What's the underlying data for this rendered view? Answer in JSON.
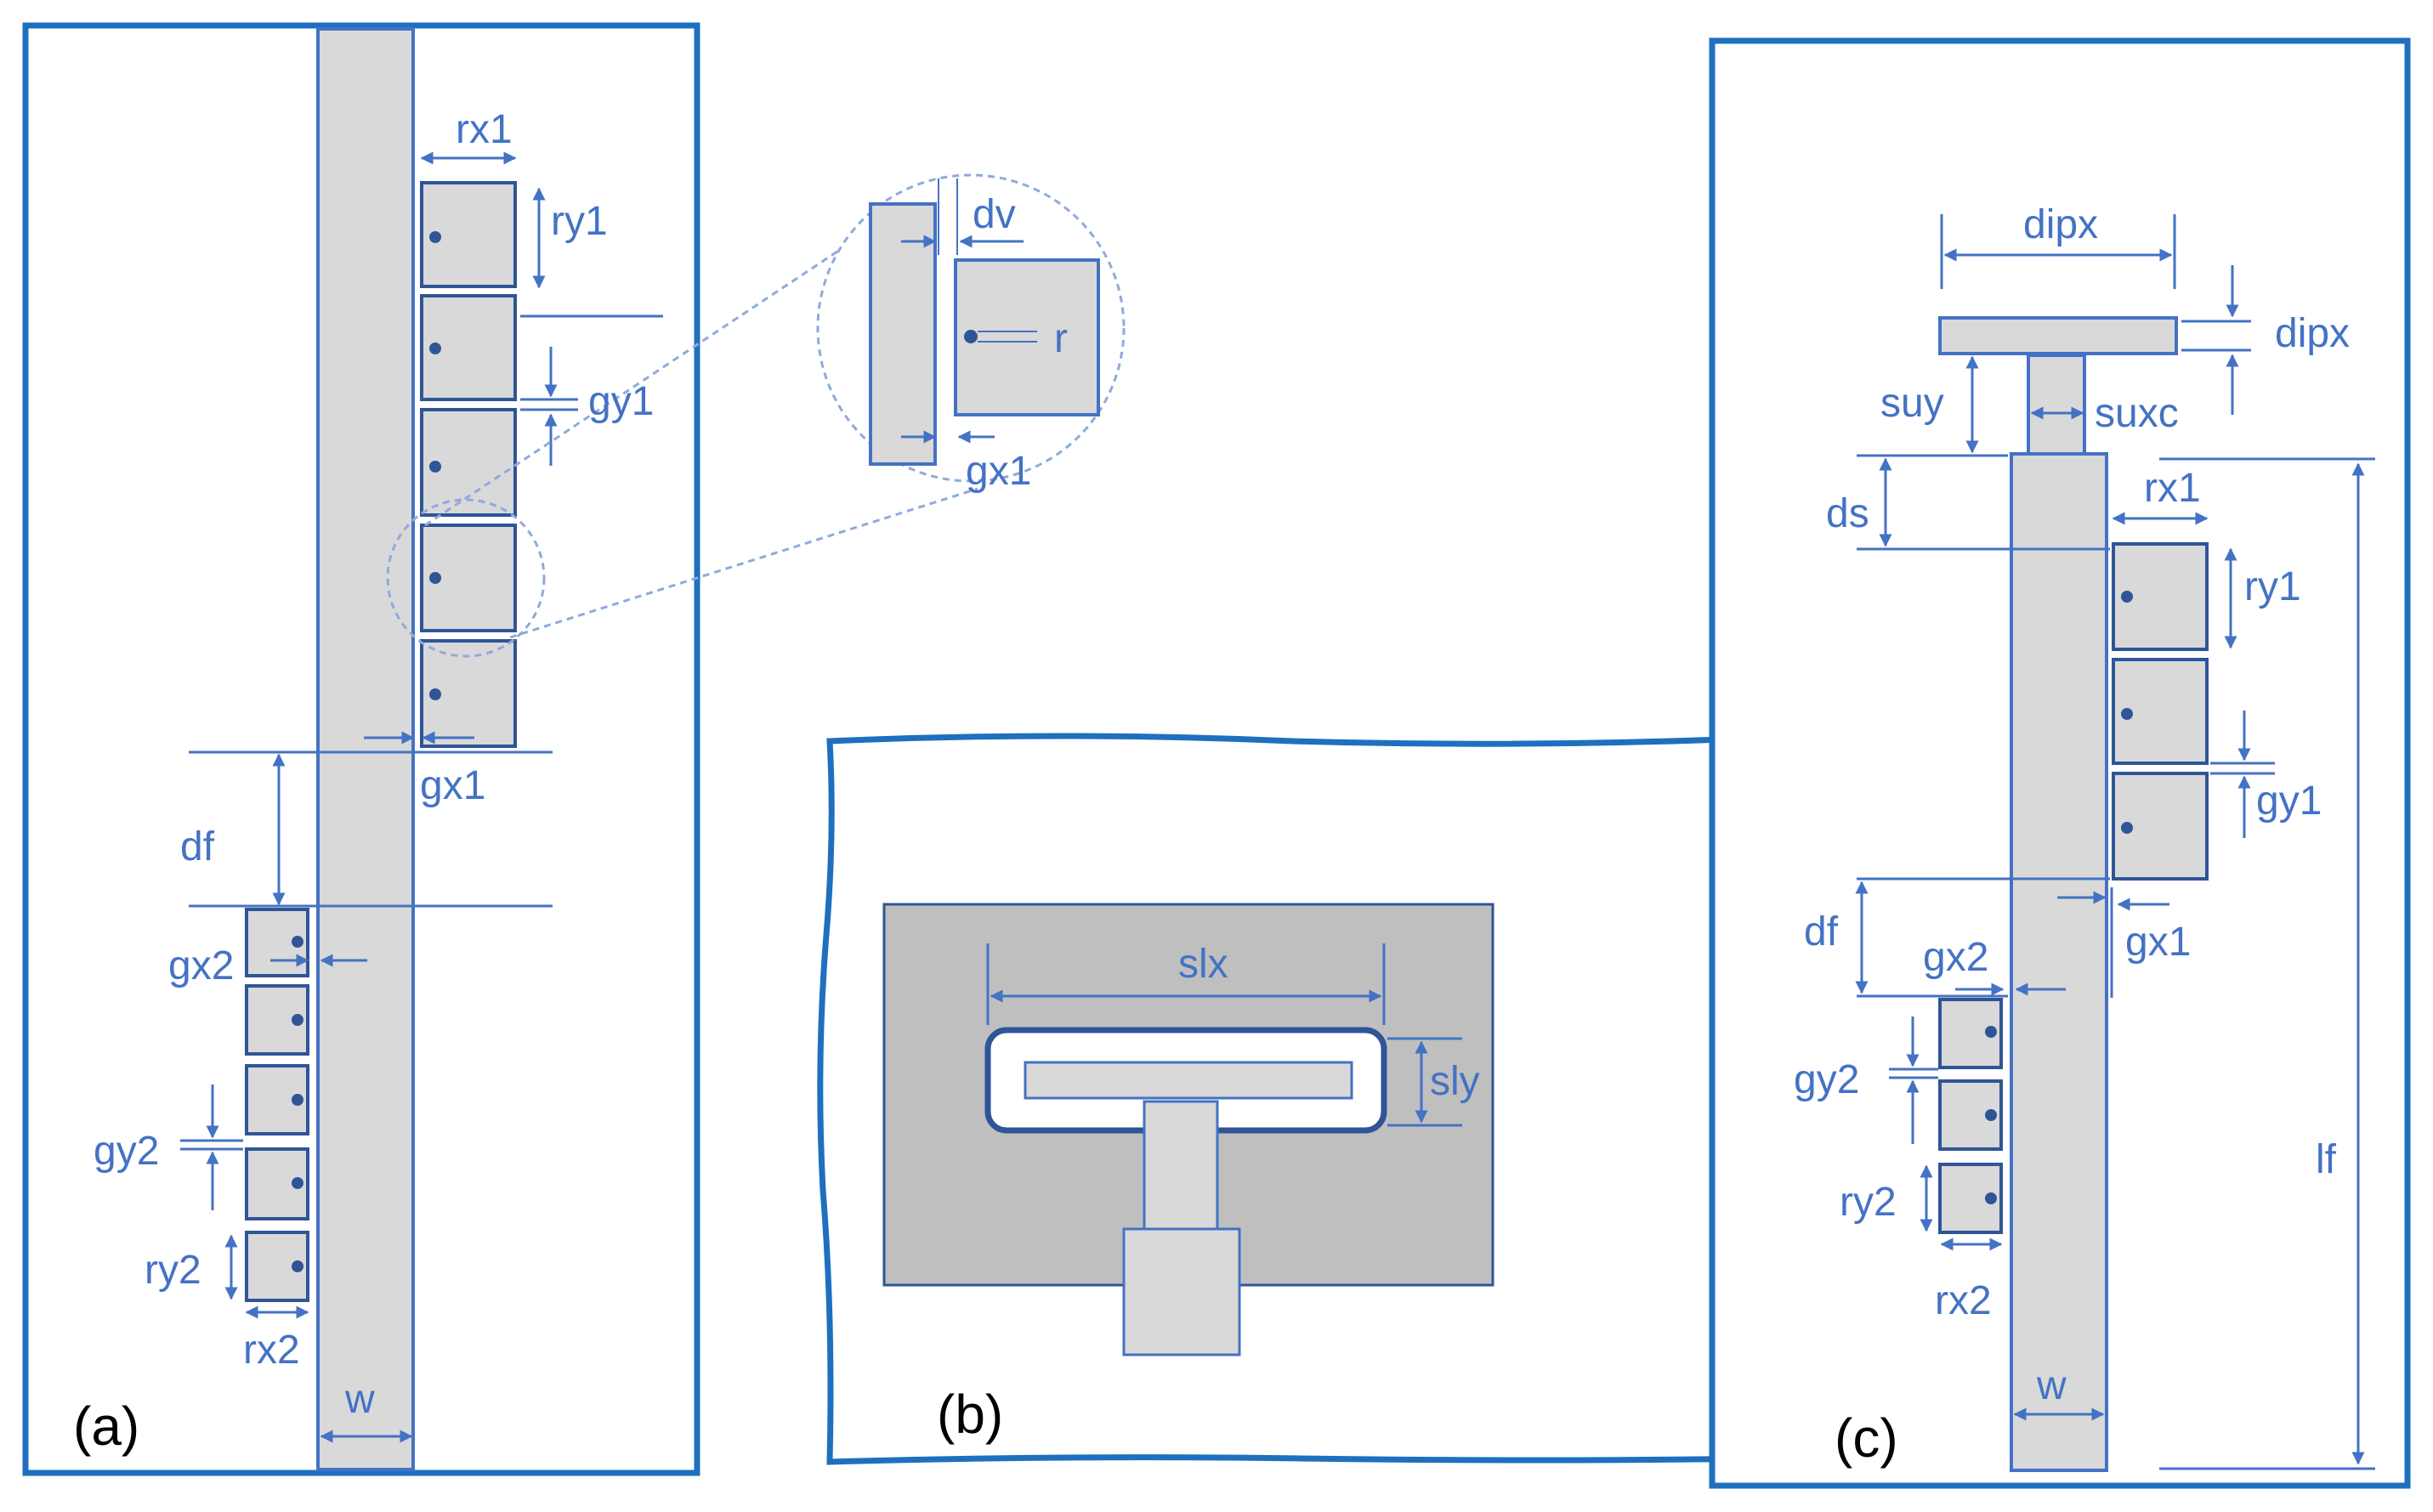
{
  "panels": [
    {
      "id": "a",
      "caption": "(a)"
    },
    {
      "id": "b",
      "caption": "(b)"
    },
    {
      "id": "c",
      "caption": "(c)"
    }
  ],
  "labels": {
    "a": {
      "rx1": "rx1",
      "ry1": "ry1",
      "gy1": "gy1",
      "gx1": "gx1",
      "df": "df",
      "gx2": "gx2",
      "gy2": "gy2",
      "ry2": "ry2",
      "rx2": "rx2",
      "w": "w"
    },
    "inset": {
      "dv": "dv",
      "r": "r",
      "gx1": "gx1"
    },
    "b": {
      "slx": "slx",
      "sly": "sly"
    },
    "c": {
      "dipx_top": "dipx",
      "dipx_side": "dipx",
      "suy": "suy",
      "suxc": "suxc",
      "ds": "ds",
      "rx1": "rx1",
      "ry1": "ry1",
      "gy1": "gy1",
      "df": "df",
      "gx2": "gx2",
      "gx1": "gx1",
      "gy2": "gy2",
      "ry2": "ry2",
      "rx2": "rx2",
      "w": "w",
      "lf": "lf"
    }
  },
  "colors": {
    "blue": "#4472c4",
    "blue_dark": "#2f5597",
    "frame": "#1f6fbf",
    "gray_fill": "#d9d9d9",
    "gray_substrate": "#bfbfbf",
    "text_black": "#000000"
  }
}
